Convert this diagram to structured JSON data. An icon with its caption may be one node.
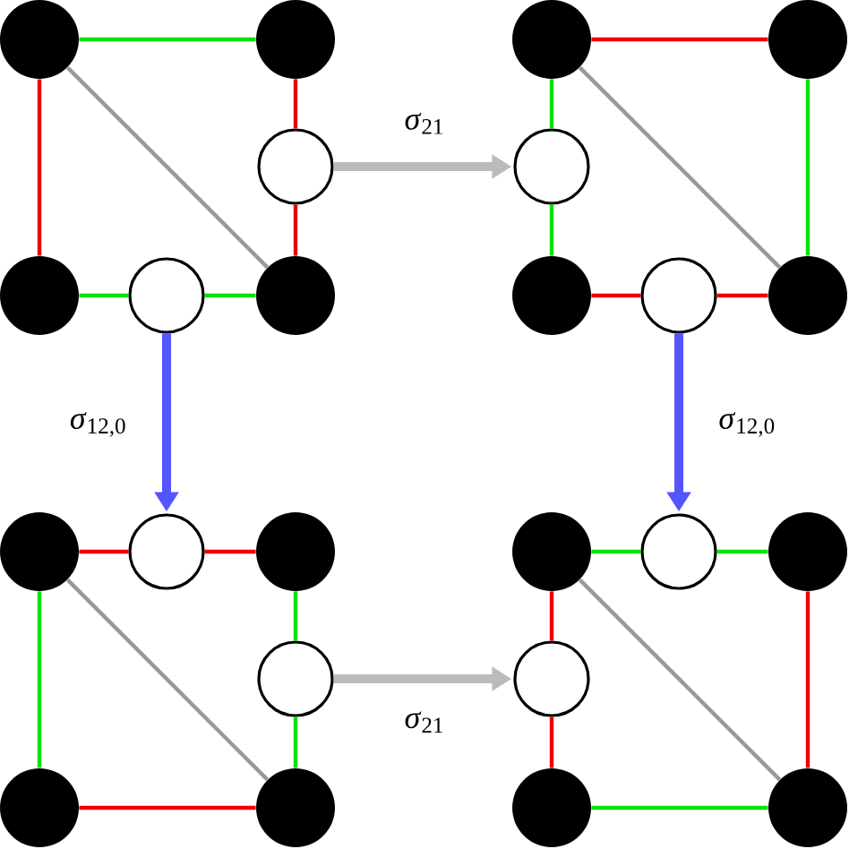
{
  "diagram": {
    "nodes": [
      {
        "text": [],
        "shape": "dot"
      },
      {
        "text": [],
        "shape": "dot"
      },
      {
        "text": [],
        "shape": "circle"
      },
      {
        "text": [],
        "shape": "dot"
      },
      {
        "text": [],
        "shape": "circle"
      },
      {
        "text": [],
        "shape": "dot"
      },
      {
        "text": [],
        "shape": "dot"
      },
      {
        "text": [],
        "shape": "dot"
      },
      {
        "text": [],
        "shape": "circle"
      },
      {
        "text": [],
        "shape": "dot"
      },
      {
        "text": [],
        "shape": "circle"
      },
      {
        "text": [],
        "shape": "dot"
      },
      {
        "text": [],
        "shape": "dot"
      },
      {
        "text": [],
        "shape": "circle"
      },
      {
        "text": [],
        "shape": "dot"
      },
      {
        "text": [],
        "shape": "circle"
      },
      {
        "text": [],
        "shape": "dot"
      },
      {
        "text": [],
        "shape": "dot"
      },
      {
        "text": [],
        "shape": "dot"
      },
      {
        "text": [],
        "shape": "circle"
      },
      {
        "text": [],
        "shape": "dot"
      },
      {
        "text": [],
        "shape": "circle"
      },
      {
        "text": [],
        "shape": "dot"
      },
      {
        "text": [],
        "shape": "dot"
      }
    ],
    "edges": [
      {
        "from": 0,
        "to": 1,
        "arrow": "none",
        "color": "#00e600"
      },
      {
        "from": 0,
        "to": 3,
        "arrow": "none",
        "color": "#ee0000"
      },
      {
        "from": 0,
        "to": 5,
        "arrow": "none",
        "color": "#999999"
      },
      {
        "from": 1,
        "to": 2,
        "arrow": "none",
        "color": "#ee0000"
      },
      {
        "from": 2,
        "to": 5,
        "arrow": "none",
        "color": "#ee0000"
      },
      {
        "from": 3,
        "to": 4,
        "arrow": "none",
        "color": "#00e600"
      },
      {
        "from": 4,
        "to": 5,
        "arrow": "none",
        "color": "#00e600"
      },
      {
        "from": 6,
        "to": 7,
        "arrow": "none",
        "color": "#ee0000"
      },
      {
        "from": 6,
        "to": 11,
        "arrow": "none",
        "color": "#999999"
      },
      {
        "from": 7,
        "to": 11,
        "arrow": "none",
        "color": "#00e600"
      },
      {
        "from": 6,
        "to": 8,
        "arrow": "none",
        "color": "#00e600"
      },
      {
        "from": 8,
        "to": 9,
        "arrow": "none",
        "color": "#00e600"
      },
      {
        "from": 9,
        "to": 10,
        "arrow": "none",
        "color": "#ee0000"
      },
      {
        "from": 10,
        "to": 11,
        "arrow": "none",
        "color": "#ee0000"
      },
      {
        "from": 12,
        "to": 13,
        "arrow": "none",
        "color": "#ee0000"
      },
      {
        "from": 13,
        "to": 14,
        "arrow": "none",
        "color": "#ee0000"
      },
      {
        "from": 12,
        "to": 16,
        "arrow": "none",
        "color": "#00e600"
      },
      {
        "from": 12,
        "to": 17,
        "arrow": "none",
        "color": "#999999"
      },
      {
        "from": 14,
        "to": 15,
        "arrow": "none",
        "color": "#00e600"
      },
      {
        "from": 15,
        "to": 17,
        "arrow": "none",
        "color": "#00e600"
      },
      {
        "from": 16,
        "to": 17,
        "arrow": "none",
        "color": "#ee0000"
      },
      {
        "from": 18,
        "to": 19,
        "arrow": "none",
        "color": "#00e600"
      },
      {
        "from": 19,
        "to": 20,
        "arrow": "none",
        "color": "#00e600"
      },
      {
        "from": 18,
        "to": 21,
        "arrow": "none",
        "color": "#ee0000"
      },
      {
        "from": 21,
        "to": 22,
        "arrow": "none",
        "color": "#ee0000"
      },
      {
        "from": 20,
        "to": 23,
        "arrow": "none",
        "color": "#ee0000"
      },
      {
        "from": 22,
        "to": 23,
        "arrow": "none",
        "color": "#00e600"
      },
      {
        "from": 18,
        "to": 23,
        "arrow": "none",
        "color": "#999999"
      },
      {
        "from": 2,
        "to": 8,
        "arrow": "to",
        "label": "*σ*$_{21}$",
        "style": "thick",
        "color": "#bbbbbb"
      },
      {
        "from": 4,
        "to": 13,
        "arrow": "to",
        "label": "*σ*$_{12,0}$",
        "style": "thick",
        "color": "#5555ff"
      },
      {
        "from": 10,
        "to": 19,
        "arrow": "to",
        "label": "*σ*$_{12,0}$",
        "style": "thick",
        "color": "#5555ff"
      },
      {
        "from": 15,
        "to": 21,
        "arrow": "to",
        "label": "*σ*$_{21}$",
        "style": "thick",
        "color": "#bbbbbb"
      }
    ]
  }
}
